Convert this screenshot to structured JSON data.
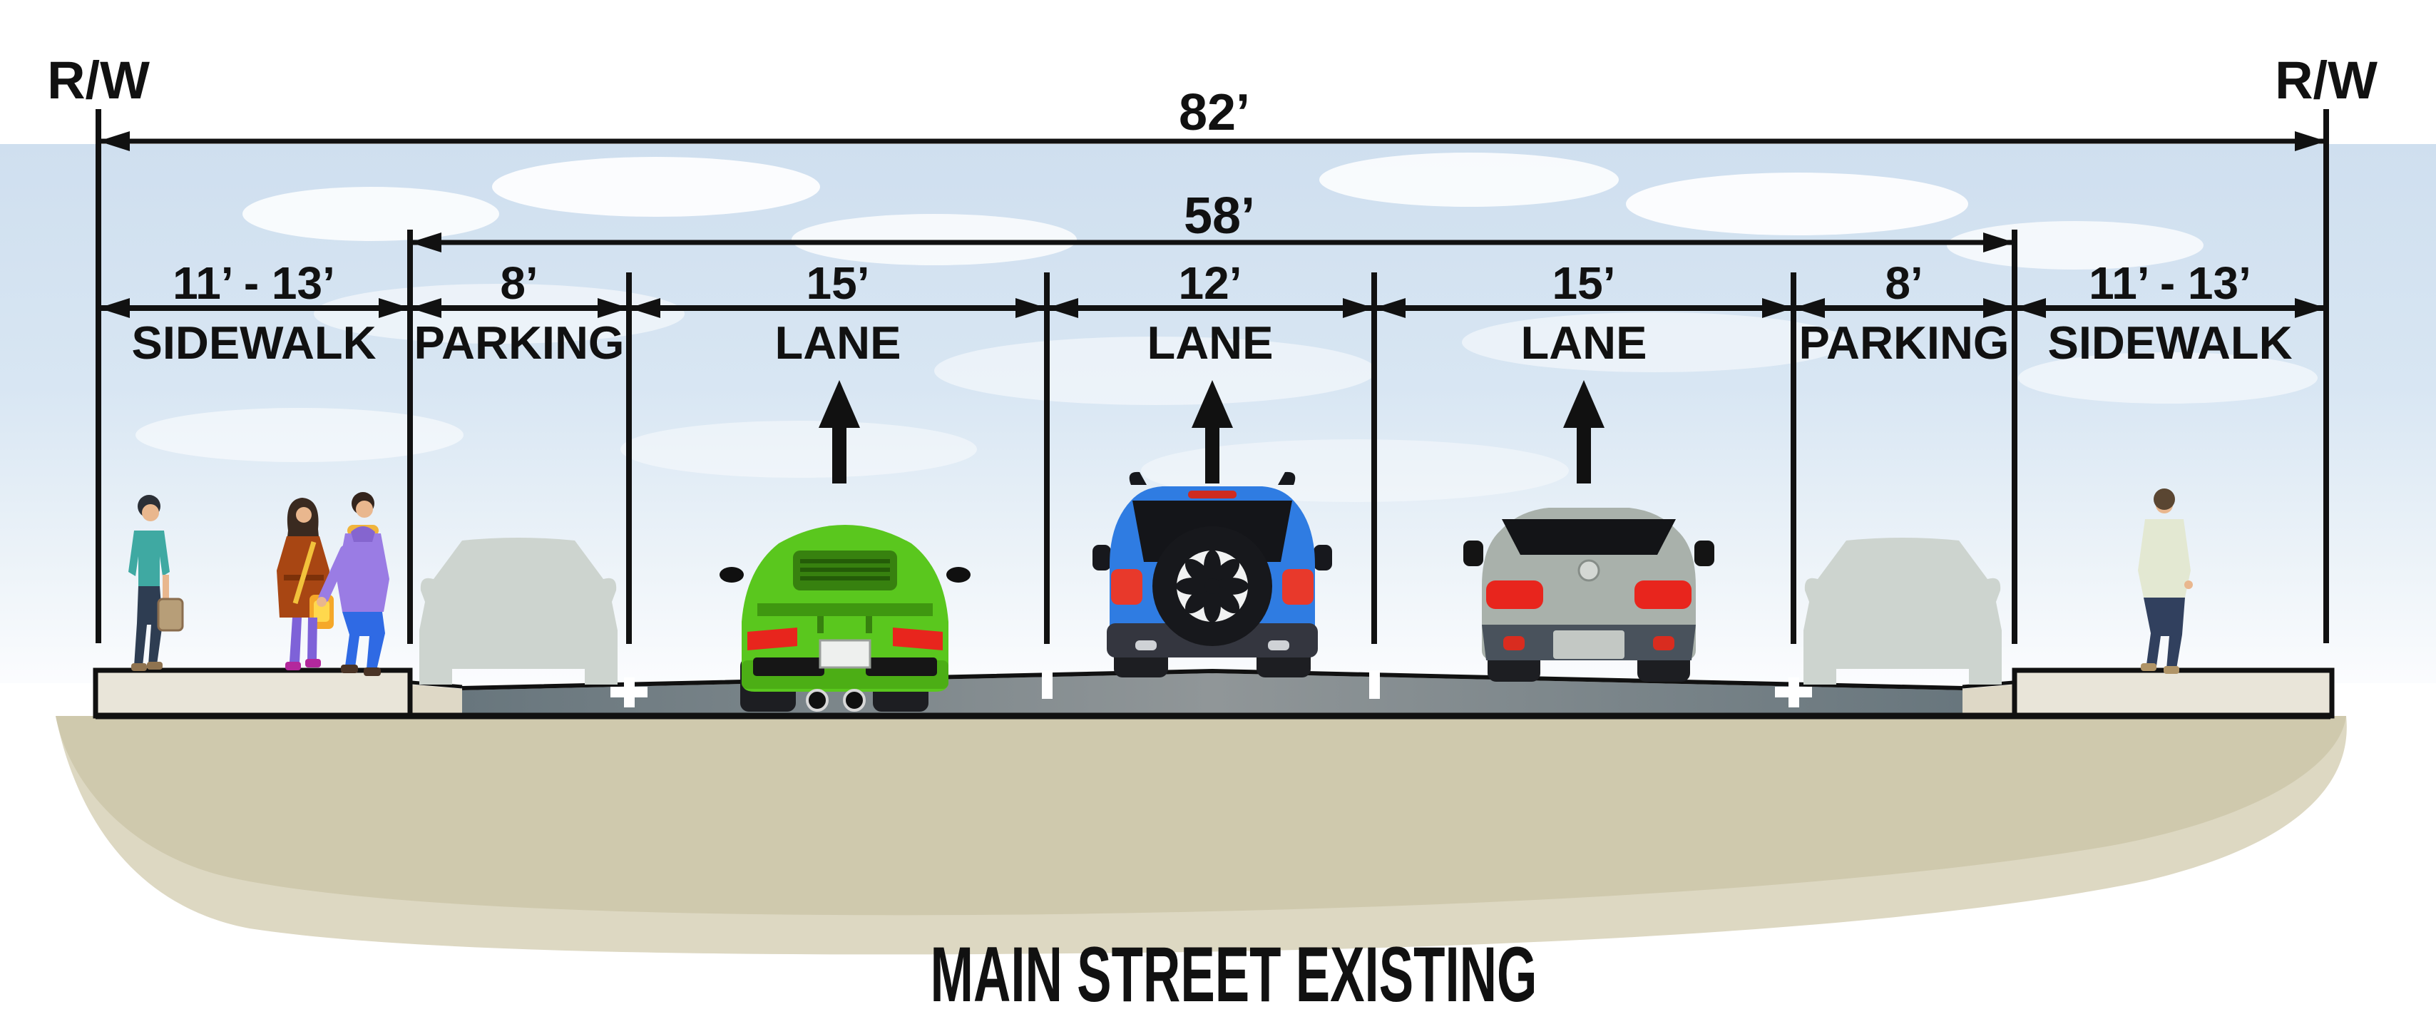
{
  "diagram": {
    "right_of_way_label": "R/W",
    "overall_width": "82’",
    "roadway_width": "58’",
    "title": "MAIN STREET EXISTING",
    "segments": [
      {
        "width": "11’ - 13’",
        "name": "SIDEWALK"
      },
      {
        "width": "8’",
        "name": "PARKING"
      },
      {
        "width": "15’",
        "name": "LANE"
      },
      {
        "width": "12’",
        "name": "LANE"
      },
      {
        "width": "15’",
        "name": "LANE"
      },
      {
        "width": "8’",
        "name": "PARKING"
      },
      {
        "width": "11’ - 13’",
        "name": "SIDEWALK"
      }
    ],
    "lane_direction": "up",
    "colors": {
      "line_black": "#111111",
      "sky_blue": "#d5e3f1",
      "road_gray": "#7b878c",
      "sidewalk_cream": "#e9e5d9",
      "gutter_cream": "#ded8c6",
      "earth_tan": "#cfc9ad",
      "earth_light_tan": "#ddd8c2",
      "ghost_car_gray": "#cdd4cf",
      "car_green": "#5ac71e",
      "car_blue": "#2f7ce2",
      "car_gray": "#a9b1ab",
      "tail_light_red": "#e8251d"
    }
  }
}
